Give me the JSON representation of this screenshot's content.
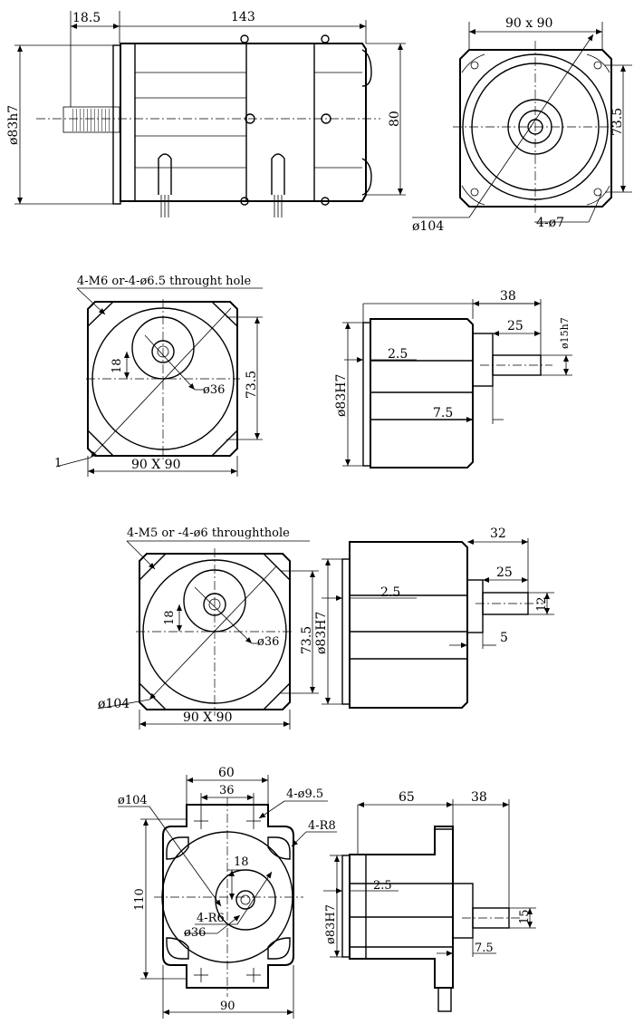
{
  "view1": {
    "dim_shaft_len": "18.5",
    "dim_total_len": "143",
    "dim_pilot_dia": "ø83h7",
    "dim_height": "80"
  },
  "view2": {
    "dim_square": "90 x 90",
    "dim_pcd_side": "73.5",
    "dim_circle": "ø104",
    "dim_holes": "4-ø7"
  },
  "view3": {
    "note_holes": "4-M6 or-4-ø6.5 throught hole",
    "dim_offset": "18",
    "dim_boss": "ø36",
    "dim_pcd_side": "73.5",
    "dim_square": "90 X 90",
    "leader_label": "1"
  },
  "view4": {
    "dim_total": "38",
    "dim_shaft": "25",
    "dim_shaft_dia": "ø15h7",
    "dim_flange": "2.5",
    "dim_pilot_dia": "ø83H7",
    "dim_step": "7.5"
  },
  "view5": {
    "note_holes": "4-M5 or -4-ø6 throughthole",
    "dim_offset": "18",
    "dim_boss": "ø36",
    "dim_pcd_side": "73.5",
    "dim_circle": "ø104",
    "dim_square": "90 X 90"
  },
  "view6": {
    "dim_total": "32",
    "dim_shaft": "25",
    "dim_key": "12",
    "dim_flange": "2.5",
    "dim_pilot_dia": "ø83H7",
    "dim_step": "5"
  },
  "view7": {
    "dim_60": "60",
    "dim_36": "36",
    "dim_holes": "4-ø9.5",
    "dim_circle": "ø104",
    "dim_corner": "4-R8",
    "dim_offset": "18",
    "dim_height": "110",
    "dim_r6": "4-R6",
    "dim_boss": "ø36",
    "dim_width": "90"
  },
  "view8": {
    "dim_65": "65",
    "dim_38": "38",
    "dim_flange": "2.5",
    "dim_pilot_dia": "ø83H7",
    "dim_shaft_dia": "15",
    "dim_step": "7.5"
  }
}
